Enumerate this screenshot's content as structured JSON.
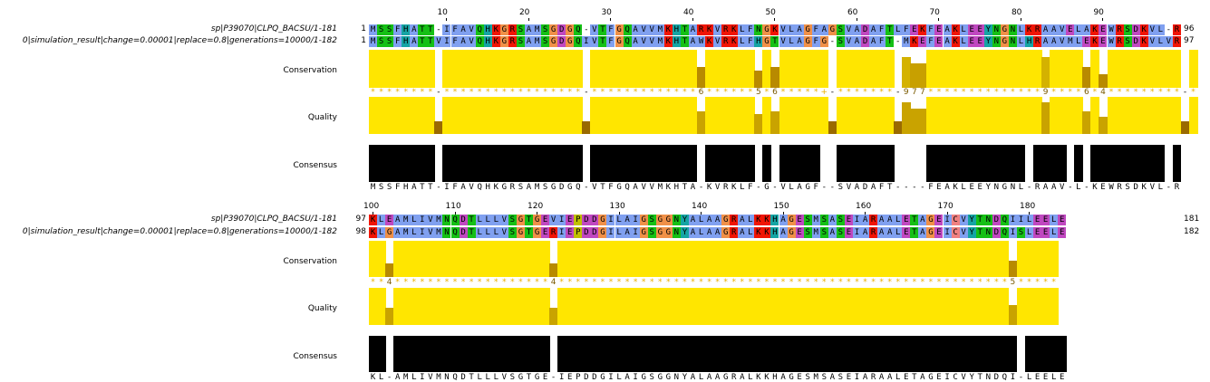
{
  "blocks": [
    {
      "start": 1,
      "seqs": [
        {
          "name": "sp|P39070|CLPQ_BACSU/1-181",
          "start": "1",
          "end": "96",
          "seq": "MSSFHATT-IFAVQHKGRSAMSGDGQ-VTFGQAVVMKHTARKVRKLFNGKVLAGFAGSVADAFTLFEKFEAKLEEYNGNLKRAAVELAKEWRSDKVL-R"
        },
        {
          "name": "0|simulation_result|change=0.00001|replace=0.8|generations=10000/1-182",
          "start": "1",
          "end": "97",
          "seq": "MSSFHATTVIFAVQHKGRSAMSGDGQIVTFGQAVVMKHTAWKVRKLFHGTVLAGFG-SVADAFT-MKEFEAKLEEYNGNLHRAAVMLEKEWRSDKVLVR"
        }
      ],
      "conservation_symbols": "********-*****************-*************6******5*6*****+-*******-977**************9****6*4*********-*",
      "consensus": "MSSFHATT-IFAVQHKGRSAMSGDGQ-VTFGQAVVMKHTA-KVRKLF-G-VLAGF--SVADAFT----FEAKLEEYNGNL-RAAV-L-KEWRSDKVL-R",
      "ruler": [
        10,
        20,
        30,
        40,
        50,
        60,
        70,
        80,
        90
      ]
    },
    {
      "start": 100,
      "seqs": [
        {
          "name": "sp|P39070|CLPQ_BACSU/1-181",
          "start": "97",
          "end": "181",
          "seq": "KLEAMLIVMNQDTLLLVSGTGEVIEPDDGILAIGSGGNYALAAGRALKKHAGESMSASEIARAALETAGEICVYTNDQIILEELE"
        },
        {
          "name": "0|simulation_result|change=0.00001|replace=0.8|generations=10000/1-182",
          "start": "98",
          "end": "182",
          "seq": "KLGAMLIVMNQDTLLLVSGTGERIEPDDGILAIGSGGNYALAAGRALKKHAGESMSASEIARAALETAGEICVYTNDQISLEELE"
        }
      ],
      "conservation_symbols": "**4*******************4*******************************************************5*****",
      "consensus": "KL-AMLIVMNQDTLLLVSGTGE-IEPDDGILAIGSGGNYALAAGRALKKHAGESMSASEIARAALETAGEICVYTNDQI-LEELE",
      "ruler": [
        100,
        110,
        120,
        130,
        140,
        150,
        160,
        170,
        180
      ]
    }
  ],
  "annotation_labels": {
    "conservation": "Conservation",
    "quality": "Quality",
    "consensus": "Consensus"
  },
  "colors": {
    "hydrophobic": "#80a0f0",
    "positive": "#f01505",
    "negative": "#c048c0",
    "polar": "#15c015",
    "cysteine": "#f08080",
    "glycine": "#f09048",
    "proline": "#c0c000",
    "aromatic": "#15a4a4",
    "conservation_bar": "#ffe600",
    "quality_bar": "#ffe600",
    "consensus_bar": "#000000",
    "symbol": "#e8b000"
  }
}
